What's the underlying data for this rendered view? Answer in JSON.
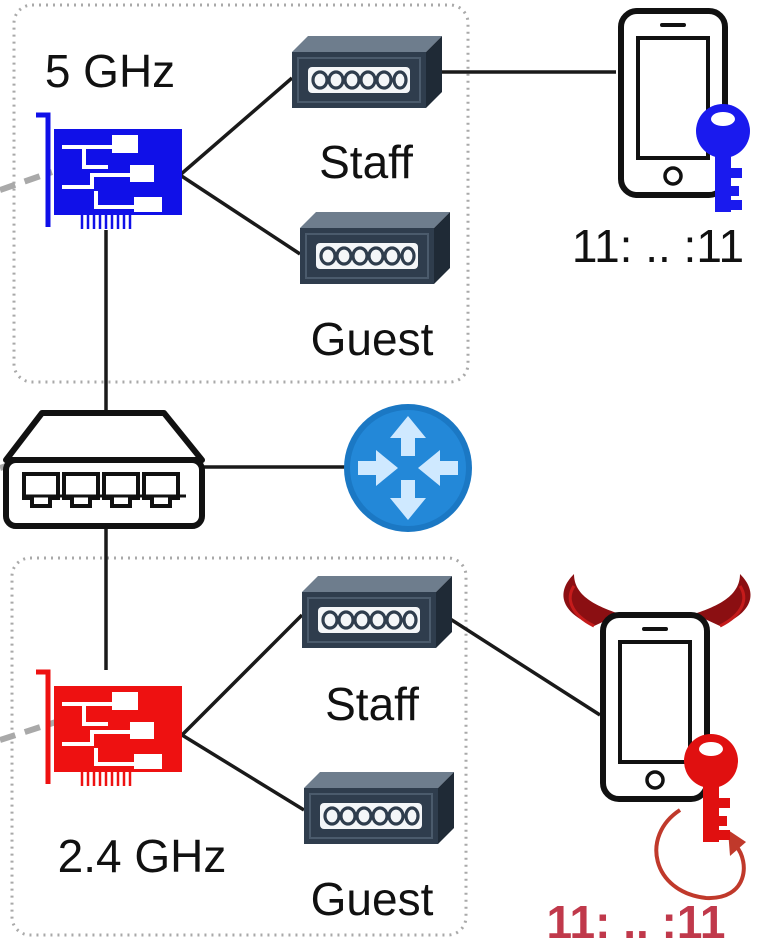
{
  "groups": {
    "top": {
      "band_label": "5 GHz"
    },
    "bottom": {
      "band_label": "2.4 GHz"
    }
  },
  "ssids": {
    "top_staff": "Staff",
    "top_guest": "Guest",
    "bottom_staff": "Staff",
    "bottom_guest": "Guest"
  },
  "devices": {
    "legit_phone_mac": "11: .. :11",
    "attacker_phone_mac": "11: .. :11"
  },
  "colors": {
    "band_5ghz": "#1010e8",
    "band_24ghz": "#ee1111",
    "legit_key": "#1a1aee",
    "evil_key": "#e01010",
    "attacker_mac": "#c0394b",
    "router": "#1b78c4",
    "ap_body": "#2f3d4d",
    "group_border": "#a9a9a9"
  },
  "icons": {
    "nic_top": "network-card-icon",
    "nic_bottom": "network-card-icon",
    "access_point": "wireless-access-point-icon",
    "switch": "ethernet-switch-icon",
    "router": "router-icon",
    "phone": "smartphone-icon",
    "key": "key-icon",
    "devil": "devil-horns-tail-icon"
  }
}
